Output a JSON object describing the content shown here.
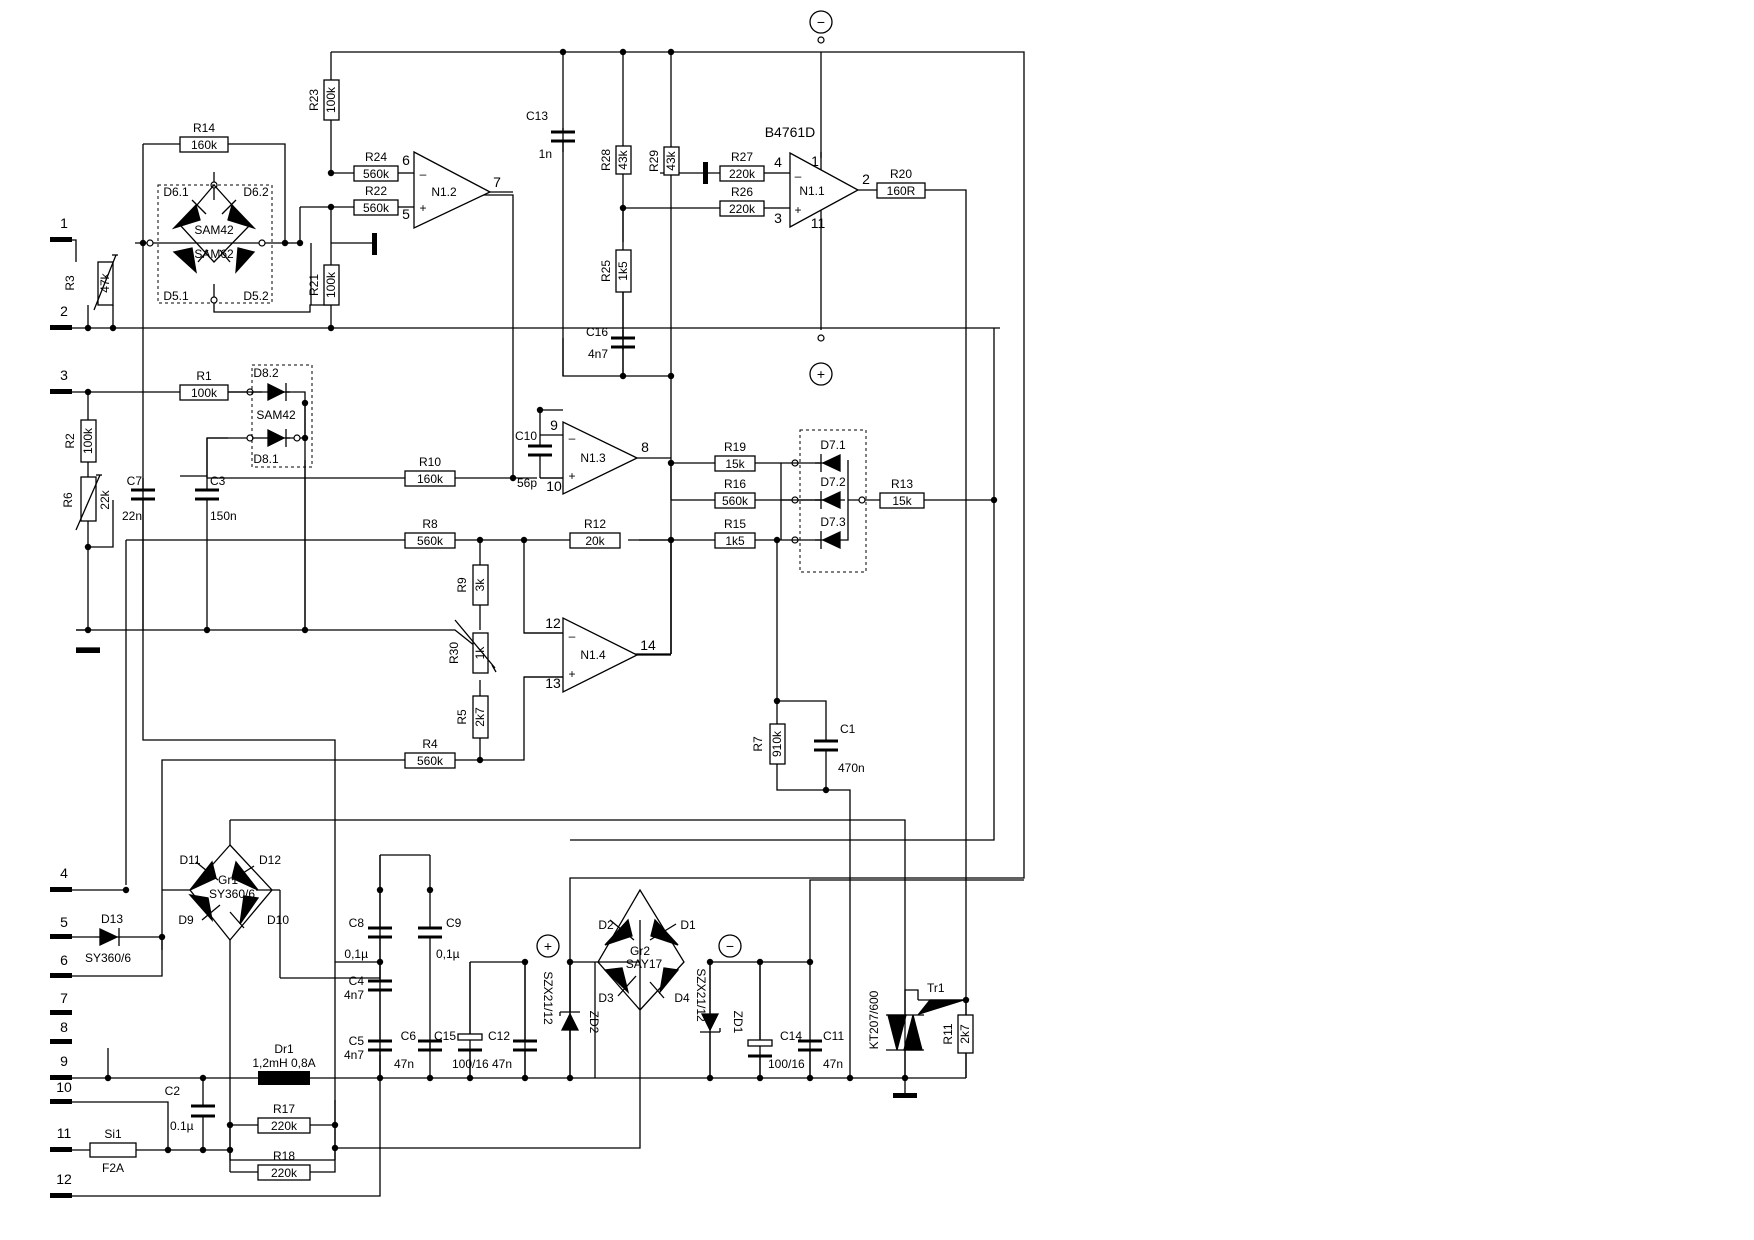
{
  "chip_label": "B4761D",
  "pins": [
    "1",
    "2",
    "3",
    "4",
    "5",
    "6",
    "7",
    "8",
    "9",
    "10",
    "11",
    "12"
  ],
  "supply_minus": "−",
  "supply_plus": "+",
  "resistors": [
    {
      "ref": "R1",
      "value": "100k"
    },
    {
      "ref": "R2",
      "value": "100k"
    },
    {
      "ref": "R3",
      "value": "47k"
    },
    {
      "ref": "R4",
      "value": "560k"
    },
    {
      "ref": "R5",
      "value": "2k7"
    },
    {
      "ref": "R6",
      "value": "22k"
    },
    {
      "ref": "R7",
      "value": "910k"
    },
    {
      "ref": "R8",
      "value": "560k"
    },
    {
      "ref": "R9",
      "value": "3k"
    },
    {
      "ref": "R10",
      "value": "160k"
    },
    {
      "ref": "R11",
      "value": "2k7"
    },
    {
      "ref": "R12",
      "value": "20k"
    },
    {
      "ref": "R13",
      "value": "15k"
    },
    {
      "ref": "R14",
      "value": "160k"
    },
    {
      "ref": "R15",
      "value": "1k5"
    },
    {
      "ref": "R16",
      "value": "560k"
    },
    {
      "ref": "R17",
      "value": "220k"
    },
    {
      "ref": "R18",
      "value": "220k"
    },
    {
      "ref": "R19",
      "value": "15k"
    },
    {
      "ref": "R20",
      "value": "160R"
    },
    {
      "ref": "R21",
      "value": "100k"
    },
    {
      "ref": "R22",
      "value": "560k"
    },
    {
      "ref": "R23",
      "value": "100k"
    },
    {
      "ref": "R24",
      "value": "560k"
    },
    {
      "ref": "R25",
      "value": "1k5"
    },
    {
      "ref": "R26",
      "value": "220k"
    },
    {
      "ref": "R27",
      "value": "220k"
    },
    {
      "ref": "R28",
      "value": "43k"
    },
    {
      "ref": "R29",
      "value": "43k"
    },
    {
      "ref": "R30",
      "value": "1k"
    }
  ],
  "capacitors": [
    {
      "ref": "C1",
      "value": "470n"
    },
    {
      "ref": "C2",
      "value": "0.1µ"
    },
    {
      "ref": "C3",
      "value": "150n"
    },
    {
      "ref": "C4",
      "value": "4n7"
    },
    {
      "ref": "C5",
      "value": "4n7"
    },
    {
      "ref": "C6",
      "value": "47n"
    },
    {
      "ref": "C7",
      "value": "22n"
    },
    {
      "ref": "C8",
      "value": "0,1µ"
    },
    {
      "ref": "C9",
      "value": "0,1µ"
    },
    {
      "ref": "C10",
      "value": "56p"
    },
    {
      "ref": "C11",
      "value": "47n"
    },
    {
      "ref": "C12",
      "value": "47n"
    },
    {
      "ref": "C13",
      "value": "1n"
    },
    {
      "ref": "C14",
      "value": "100/16"
    },
    {
      "ref": "C15",
      "value": "100/16"
    },
    {
      "ref": "C16",
      "value": "4n7"
    }
  ],
  "opamps": [
    {
      "ref": "N1.1",
      "pins": [
        "4",
        "3",
        "2",
        "1",
        "11"
      ]
    },
    {
      "ref": "N1.2",
      "pins": [
        "6",
        "5",
        "7"
      ]
    },
    {
      "ref": "N1.3",
      "pins": [
        "9",
        "10",
        "8"
      ]
    },
    {
      "ref": "N1.4",
      "pins": [
        "12",
        "13",
        "14"
      ]
    }
  ],
  "diodes": {
    "D6_1": "D6.1",
    "D6_2": "D6.2",
    "D5_1": "D5.1",
    "D5_2": "D5.2",
    "SAM42a": "SAM42",
    "SAM62": "SAM62",
    "D8_2": "D8.2",
    "D8_1": "D8.1",
    "SAM42b": "SAM42",
    "D7_1": "D7.1",
    "D7_2": "D7.2",
    "D7_3": "D7.3",
    "D11": "D11",
    "D12": "D12",
    "D9": "D9",
    "D10": "D10",
    "Gr1": "Gr1",
    "SY360_6a": "SY360/6",
    "D13": "D13",
    "SY360_6b": "SY360/6",
    "D1": "D1",
    "D2": "D2",
    "D3": "D3",
    "D4": "D4",
    "Gr2": "Gr2",
    "SAY17": "SAY17",
    "ZD1": "ZD1",
    "ZD2": "ZD2",
    "SZX21_12a": "SZX21/12",
    "SZX21_12b": "SZX21/12"
  },
  "inductor": {
    "ref": "Dr1",
    "value": "1,2mH 0,8A"
  },
  "fuse": {
    "ref": "Si1",
    "value": "F2A"
  },
  "triac": {
    "ref": "Tr1",
    "value": "KT207/600"
  }
}
